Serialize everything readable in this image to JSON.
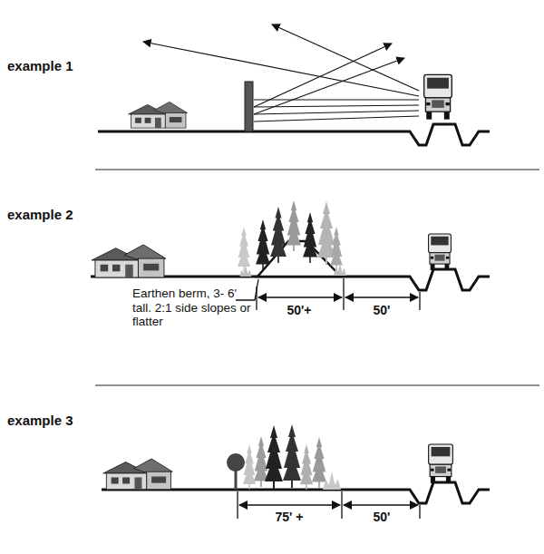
{
  "diagram": {
    "labels": [
      "example 1",
      "example 2",
      "Earthen berm, 3- 6' tall. 2:1 side slopes or flatter",
      "50'+",
      "50'",
      "example 3",
      "75' +",
      "50'"
    ]
  }
}
